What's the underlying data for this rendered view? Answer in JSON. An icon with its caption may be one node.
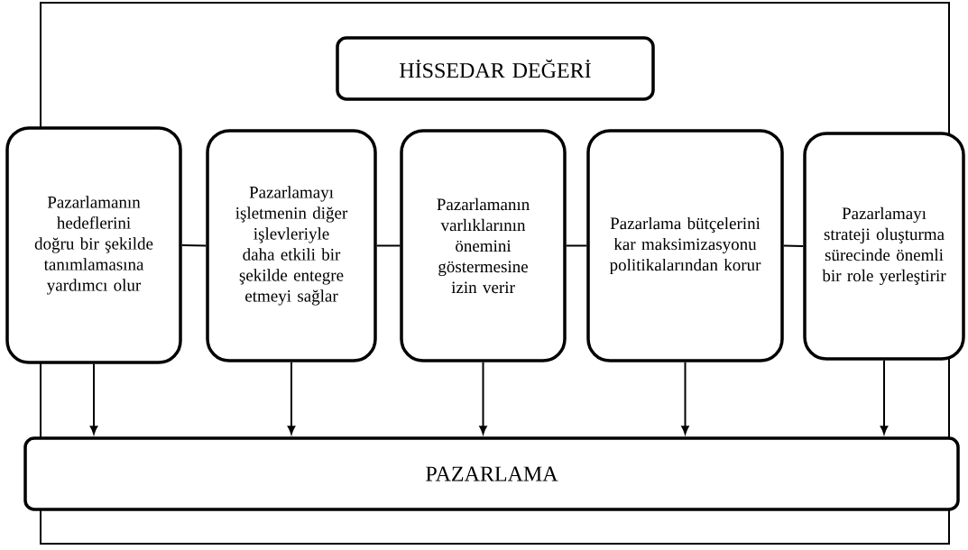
{
  "diagram": {
    "nodes": [
      {
        "text": [
          "HİSSEDAR DEĞERİ"
        ]
      },
      {
        "text": [
          "Pazarlamanın hedeflerini doğru bir şekilde tanımlamasına yardımcı olur"
        ]
      },
      {
        "text": [
          "Pazarlamayı işletmenin diğer işlevleriyle daha etkili bir şekilde entegre etmeyi sağlar"
        ]
      },
      {
        "text": [
          "Pazarlamanın varlıklarının önemini göstermesine izin verir"
        ]
      },
      {
        "text": [
          "Pazarlama bütçelerini kar maksimizasyonu politikalarından korur"
        ]
      },
      {
        "text": [
          "Pazarlamayı strateji oluşturma sürecinde önemli bir role yerleştirir"
        ]
      },
      {
        "text": [
          "PAZARLAMA"
        ]
      }
    ],
    "edges": [
      {
        "from": 1,
        "to": 2,
        "arrow": "none"
      },
      {
        "from": 2,
        "to": 3,
        "arrow": "none"
      },
      {
        "from": 3,
        "to": 4,
        "arrow": "none"
      },
      {
        "from": 4,
        "to": 5,
        "arrow": "none"
      },
      {
        "from": 1,
        "to": 6,
        "arrow": "to"
      },
      {
        "from": 2,
        "to": 6,
        "arrow": "to"
      },
      {
        "from": 3,
        "to": 6,
        "arrow": "to"
      },
      {
        "from": 4,
        "to": 6,
        "arrow": "to"
      },
      {
        "from": 5,
        "to": 6,
        "arrow": "to"
      }
    ]
  }
}
